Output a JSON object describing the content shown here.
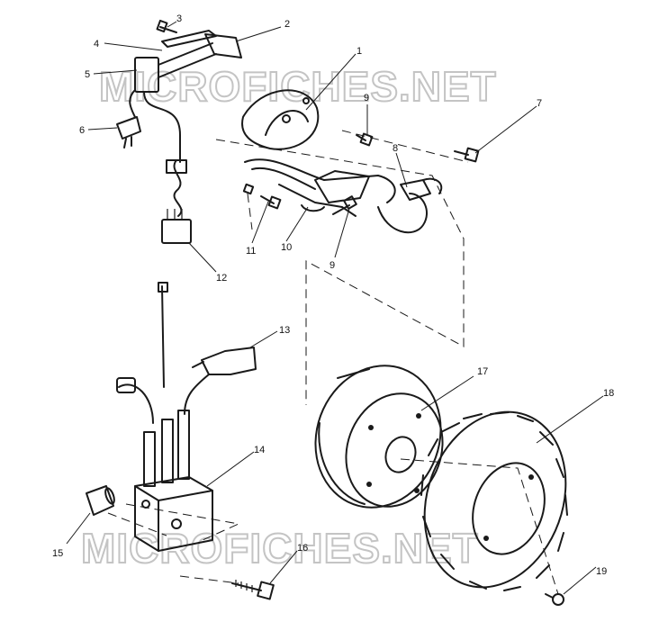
{
  "watermark": {
    "text": "MICROFICHES.NET"
  },
  "callouts": [
    {
      "id": "c1",
      "label": "1"
    },
    {
      "id": "c2",
      "label": "2"
    },
    {
      "id": "c3",
      "label": "3"
    },
    {
      "id": "c4",
      "label": "4"
    },
    {
      "id": "c5",
      "label": "5"
    },
    {
      "id": "c6",
      "label": "6"
    },
    {
      "id": "c7",
      "label": "7"
    },
    {
      "id": "c8",
      "label": "8"
    },
    {
      "id": "c9a",
      "label": "9"
    },
    {
      "id": "c9b",
      "label": "9"
    },
    {
      "id": "c10",
      "label": "10"
    },
    {
      "id": "c11",
      "label": "11"
    },
    {
      "id": "c12",
      "label": "12"
    },
    {
      "id": "c13",
      "label": "13"
    },
    {
      "id": "c14",
      "label": "14"
    },
    {
      "id": "c15",
      "label": "15"
    },
    {
      "id": "c16",
      "label": "16"
    },
    {
      "id": "c17",
      "label": "17"
    },
    {
      "id": "c18",
      "label": "18"
    },
    {
      "id": "c19",
      "label": "19"
    }
  ]
}
